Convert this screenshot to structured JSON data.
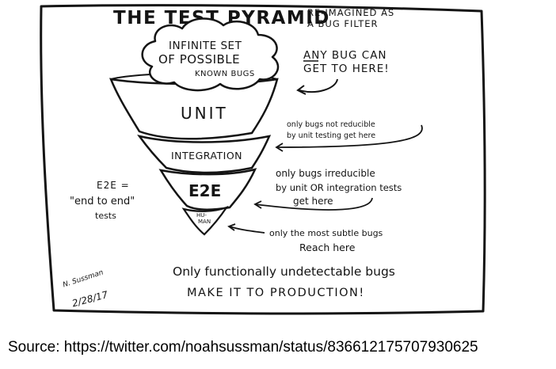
{
  "title": "THE TEST PYRAMID",
  "subtitle_lines": [
    "RE-IMAGINED AS",
    "A BUG FILTER"
  ],
  "cloud_lines": [
    "INFINITE SET",
    "OF POSSIBLE",
    "KNOWN BUGS"
  ],
  "notes": {
    "any_bug": [
      "ANY BUG CAN",
      "GET TO HERE!"
    ],
    "after_unit": [
      "only bugs not reducible",
      "by unit testing get here"
    ],
    "after_integration": [
      "only bugs irreducible",
      "by unit OR integration tests",
      "get here"
    ],
    "after_e2e": [
      "only the most subtle bugs",
      "Reach here"
    ]
  },
  "layers": {
    "unit": "UNIT",
    "integration": "INTEGRATION",
    "e2e": "E2E",
    "human": [
      "HU-",
      "MAN"
    ]
  },
  "e2e_definition": [
    "E2E =",
    "\"end to end\"",
    "tests"
  ],
  "conclusion": [
    "Only functionally undetectable bugs",
    "MAKE IT TO PRODUCTION!"
  ],
  "signature": {
    "name": "N. Sussman",
    "date": "2/28/17"
  },
  "source": "Source: https://twitter.com/noahsussman/status/836612175707930625",
  "colors": {
    "ink": "#141414",
    "paper": "#ffffff"
  }
}
